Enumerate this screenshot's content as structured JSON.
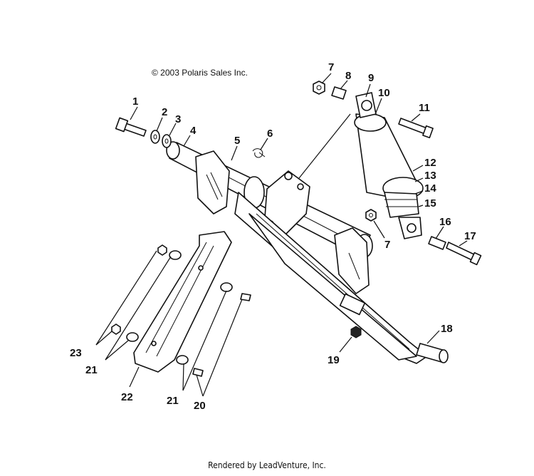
{
  "diagram": {
    "copyright": "© 2003 Polaris Sales Inc.",
    "footer": "Rendered by LeadVenture, Inc.",
    "callouts": [
      "1",
      "2",
      "3",
      "4",
      "5",
      "6",
      "7",
      "8",
      "9",
      "10",
      "11",
      "12",
      "13",
      "14",
      "15",
      "7",
      "16",
      "17",
      "18",
      "19",
      "20",
      "21",
      "21",
      "22",
      "23"
    ]
  }
}
